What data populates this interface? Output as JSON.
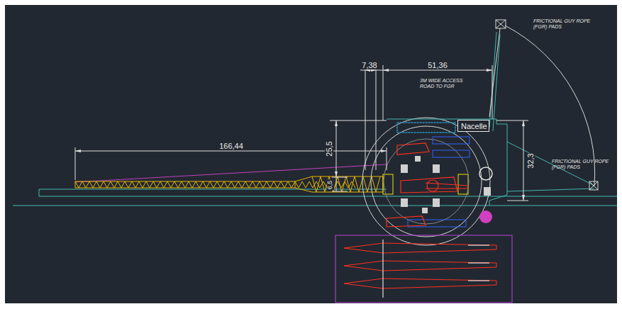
{
  "diagram": {
    "nodes": [
      {
        "text": [
          "Nacelle"
        ]
      }
    ],
    "labels": [
      "7,38",
      "51,36",
      "166,44",
      "25,5",
      "6,5",
      "32,3",
      "3M WIDE ACCESS ROAD TO FGR",
      "FRICTIONAL GUY ROPE (FGR) PADS",
      "FRICTIONAL GUY ROPE (FGR) PADS"
    ]
  }
}
